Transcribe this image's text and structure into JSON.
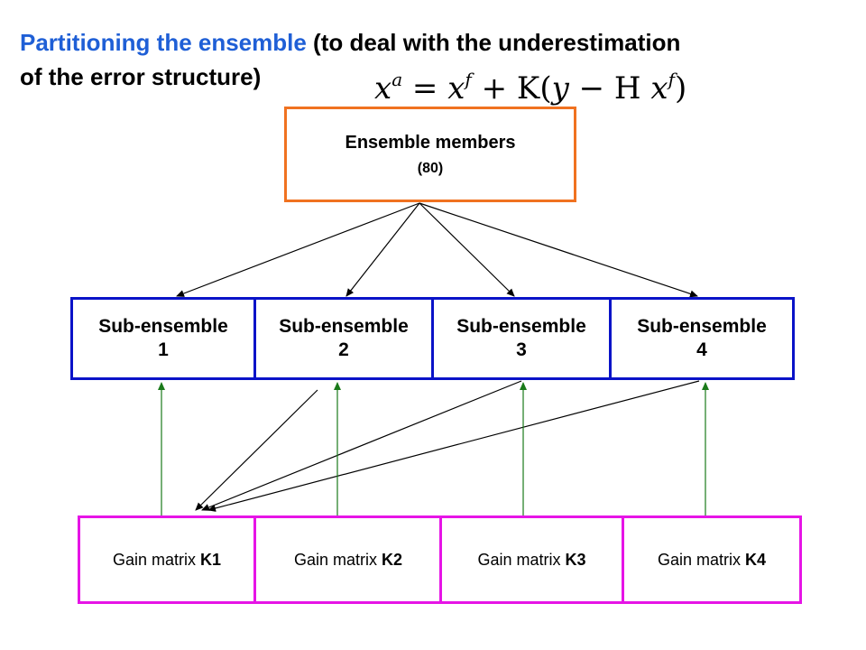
{
  "title": {
    "highlight": "Partitioning the ensemble",
    "rest_line1": " (to deal with the underestimation",
    "line2": "of the error structure)"
  },
  "formula": {
    "xa": "x",
    "a": "a",
    "eq": " = ",
    "xf": "x",
    "f": "f",
    "plusK": " + K(",
    "y": "y",
    "minusH": " − H ",
    "x2": "x",
    "f2": "f",
    "close": ")"
  },
  "ensemble": {
    "label": "Ensemble members",
    "count": "(80)"
  },
  "sub_ensembles": [
    {
      "label": "Sub-ensemble",
      "number": "1"
    },
    {
      "label": "Sub-ensemble",
      "number": "2"
    },
    {
      "label": "Sub-ensemble",
      "number": "3"
    },
    {
      "label": "Sub-ensemble",
      "number": "4"
    }
  ],
  "gain_matrices": [
    {
      "prefix": "Gain matrix ",
      "k": "K1"
    },
    {
      "prefix": "Gain matrix ",
      "k": "K2"
    },
    {
      "prefix": "Gain matrix ",
      "k": "K3"
    },
    {
      "prefix": "Gain matrix ",
      "k": "K4"
    }
  ],
  "colors": {
    "title_highlight": "#1f5fd6",
    "ensemble_border": "#f07220",
    "sub_border": "#0a13c8",
    "gain_border": "#e614e6",
    "gain_arrow": "#1a7a1a",
    "arrow": "#000000"
  }
}
